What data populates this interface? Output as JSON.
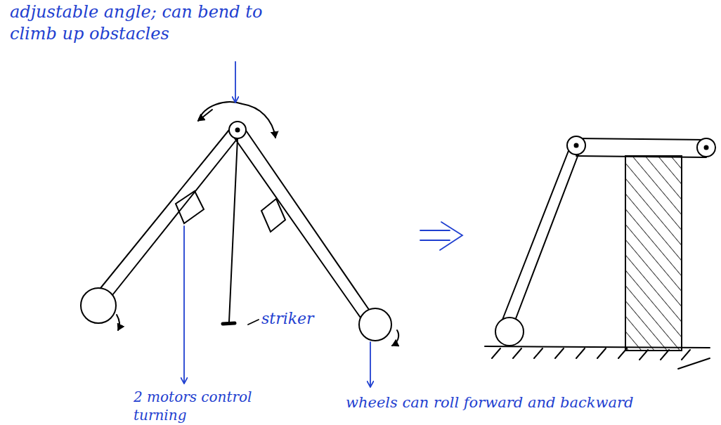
{
  "diagram": {
    "labels": [
      "adjustable angle; can bend to climb up obstacles",
      "striker",
      "2 motors control turning",
      "wheels can roll forward and backward"
    ]
  }
}
